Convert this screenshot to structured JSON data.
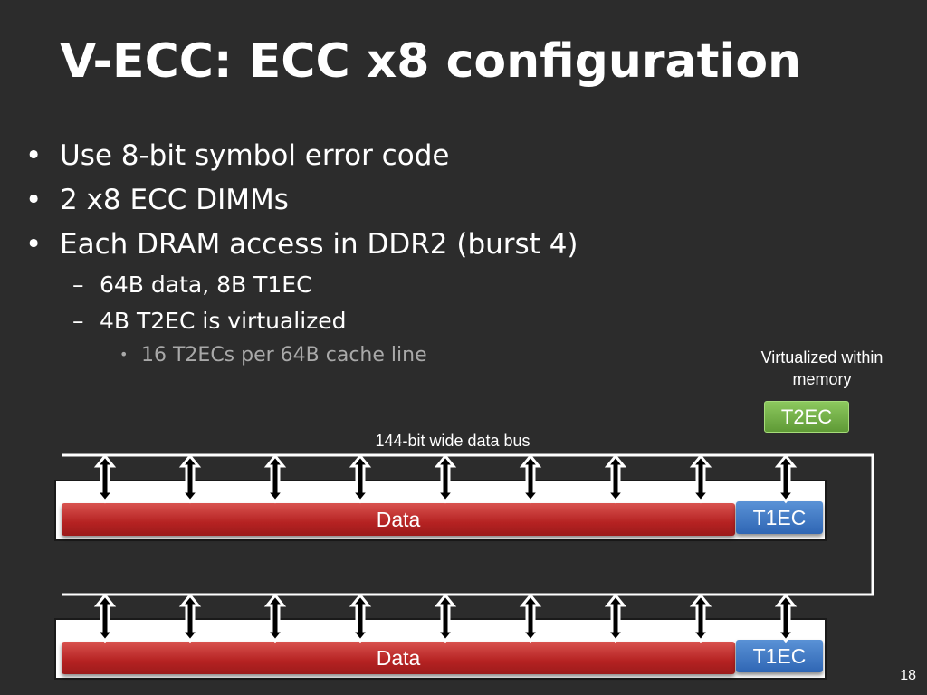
{
  "title": "V-ECC: ECC x8 configuration",
  "bullets": [
    {
      "marker": "•",
      "text": "Use 8-bit symbol error code"
    },
    {
      "marker": "•",
      "text": "2 x8 ECC DIMMs"
    },
    {
      "marker": "•",
      "text": "Each DRAM access in DDR2 (burst 4)"
    }
  ],
  "sub_bullets": [
    {
      "marker": "–",
      "text": "64B data, 8B T1EC"
    },
    {
      "marker": "–",
      "text": "4B T2EC is virtualized"
    }
  ],
  "sub_sub_bullet": {
    "marker": "•",
    "text": "16 T2ECs per 64B cache line"
  },
  "diagram": {
    "virtualized_caption_line1": "Virtualized within",
    "virtualized_caption_line2": "memory",
    "t2ec_label": "T2EC",
    "bus_label": "144-bit wide data bus",
    "dimms": [
      {
        "data_label": "Data",
        "t1ec_label": "T1EC"
      },
      {
        "data_label": "Data",
        "t1ec_label": "T1EC"
      }
    ],
    "arrows_per_dimm": 9,
    "colors": {
      "background": "#2c2c2c",
      "data_bar": "#c0302c",
      "t1ec": "#3f78c4",
      "t2ec": "#76b347"
    }
  },
  "page_number": "18"
}
